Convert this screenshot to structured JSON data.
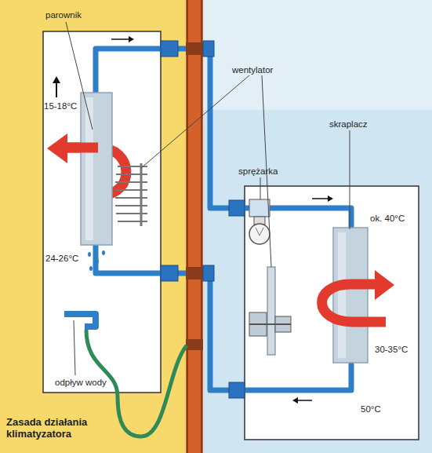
{
  "diagram": {
    "caption": "Zasada działania klimatyzatora",
    "labels": [
      "parownik",
      "wentylator",
      "sprężarka",
      "skraplacz",
      "15-18°C",
      "ok. 40°C",
      "24-26°C",
      "30-35°C",
      "odpływ wody",
      "50°C"
    ]
  }
}
